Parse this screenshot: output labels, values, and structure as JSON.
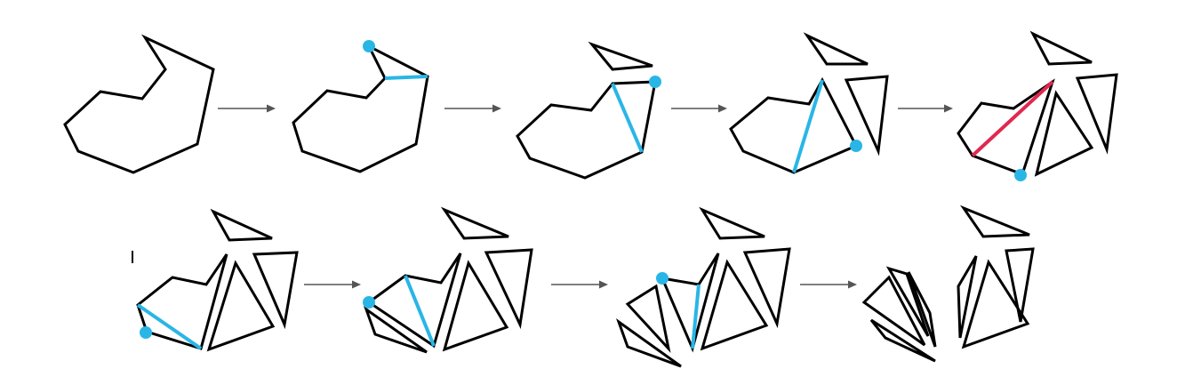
{
  "colors": {
    "outline": "#000000",
    "ear_diagonal": "#29b6e6",
    "ear_tip": "#29b6e6",
    "invalid_diagonal": "#e0284f",
    "arrow": "#555555"
  },
  "steps": [
    {
      "step": 1,
      "diagonal": "none",
      "ear_tip": false
    },
    {
      "step": 2,
      "diagonal": "valid",
      "ear_tip": true
    },
    {
      "step": 3,
      "diagonal": "valid",
      "ear_tip": true
    },
    {
      "step": 4,
      "diagonal": "valid",
      "ear_tip": true
    },
    {
      "step": 5,
      "diagonal": "invalid",
      "ear_tip": true
    },
    {
      "step": 6,
      "diagonal": "valid",
      "ear_tip": true
    },
    {
      "step": 7,
      "diagonal": "valid",
      "ear_tip": true
    },
    {
      "step": 8,
      "diagonal": "valid",
      "ear_tip": true
    },
    {
      "step": 9,
      "diagonal": "none",
      "ear_tip": false
    }
  ]
}
